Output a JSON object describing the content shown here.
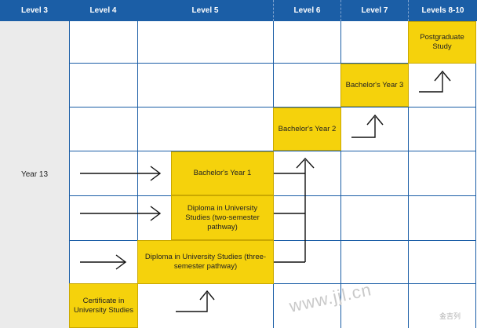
{
  "headers": {
    "level3": "Level 3",
    "level4": "Level 4",
    "level5": "Level 5",
    "level6": "Level 6",
    "level7": "Level 7",
    "levels8_10": "Levels 8-10"
  },
  "year_label": "Year 13",
  "boxes": {
    "postgraduate": "Postgraduate Study",
    "bachelor3": "Bachelor's Year 3",
    "bachelor2": "Bachelor's Year 2",
    "bachelor1": "Bachelor's Year 1",
    "diploma_two": "Diploma in University Studies (two-semester pathway)",
    "diploma_three": "Diploma in University Studies (three-semester pathway)",
    "certificate": "Certificate in University Studies"
  },
  "watermark": {
    "url": "www.jjl.cn",
    "brand": "金吉列"
  },
  "colors": {
    "header": "#1b5ea6",
    "box": "#f5d20c",
    "side_column": "#ebebeb"
  }
}
